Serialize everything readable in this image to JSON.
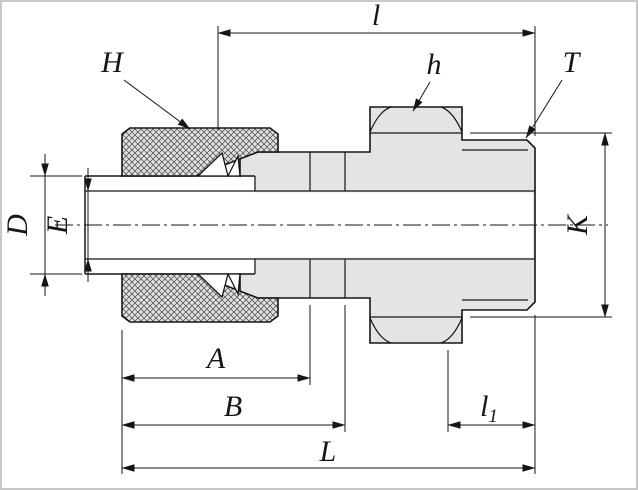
{
  "labels": {
    "top_length": "l",
    "nut_width": "H",
    "hex_flats_side": "h",
    "thread_size": "T",
    "tube_od": "D",
    "bore": "E",
    "hex_across_flats": "K",
    "dim_a": "A",
    "dim_b": "B",
    "overall_length": "L",
    "thread_length_base": "l",
    "thread_length_sub": "1"
  },
  "colors": {
    "background": "#ffffff",
    "frame": "#c8c8c8",
    "outline": "#161616",
    "body_fill": "#e4e4e4",
    "hatch_fill": "#e0e0e0",
    "hatch_line": "#4a4a4a"
  }
}
